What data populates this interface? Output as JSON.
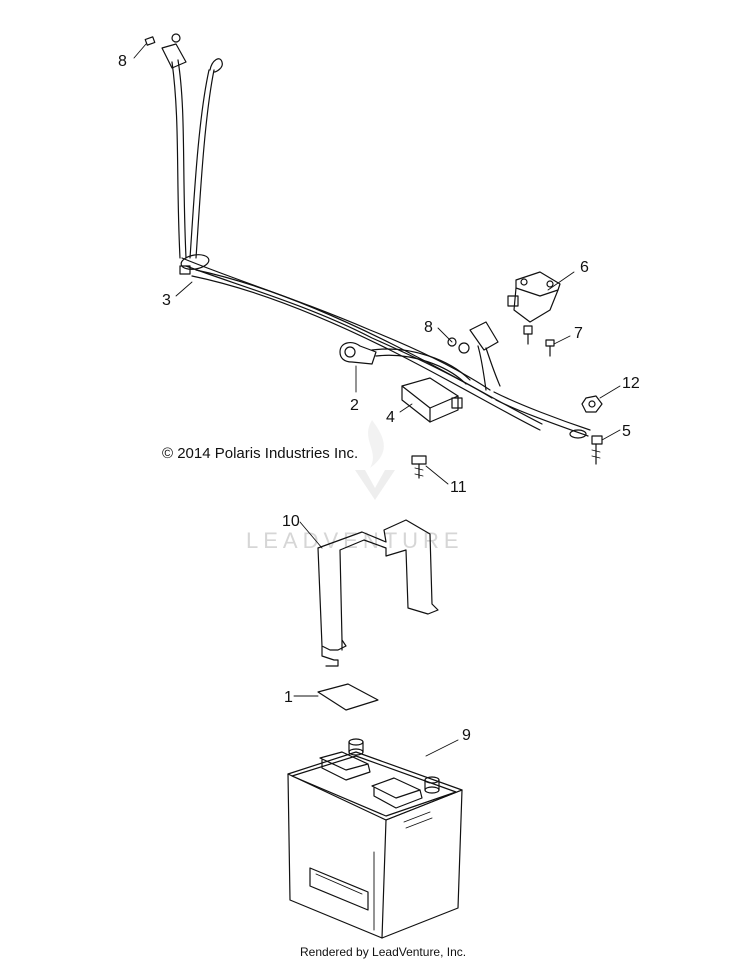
{
  "copyright": "© 2014 Polaris Industries Inc.",
  "watermark": "LEADVENTURE",
  "footer": "Rendered by LeadVenture, Inc.",
  "callouts": [
    {
      "id": "c8a",
      "label": "8"
    },
    {
      "id": "c3",
      "label": "3"
    },
    {
      "id": "c6",
      "label": "6"
    },
    {
      "id": "c7",
      "label": "7"
    },
    {
      "id": "c8b",
      "label": "8"
    },
    {
      "id": "c2",
      "label": "2"
    },
    {
      "id": "c4",
      "label": "4"
    },
    {
      "id": "c12",
      "label": "12"
    },
    {
      "id": "c5",
      "label": "5"
    },
    {
      "id": "c11",
      "label": "11"
    },
    {
      "id": "c10",
      "label": "10"
    },
    {
      "id": "c1",
      "label": "1"
    },
    {
      "id": "c9",
      "label": "9"
    }
  ],
  "colors": {
    "line": "#111111",
    "watermark": "#d6d6d6",
    "background": "#ffffff"
  }
}
